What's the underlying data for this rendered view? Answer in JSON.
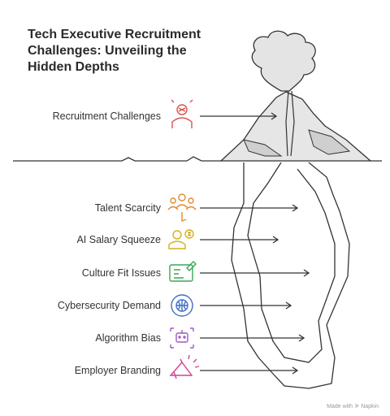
{
  "title": "Tech Executive Recruitment Challenges: Unveiling the Hidden Depths",
  "items": [
    {
      "label": "Recruitment Challenges",
      "icon": "person-alert-icon",
      "color": "#d9534f"
    },
    {
      "label": "Talent Scarcity",
      "icon": "people-group-icon",
      "color": "#e08a2c"
    },
    {
      "label": "AI Salary Squeeze",
      "icon": "person-money-icon",
      "color": "#d6b01e"
    },
    {
      "label": "Culture Fit Issues",
      "icon": "board-pen-icon",
      "color": "#3aa655"
    },
    {
      "label": "Cybersecurity Demand",
      "icon": "shield-globe-icon",
      "color": "#3f6fc2"
    },
    {
      "label": "Algorithm Bias",
      "icon": "robot-icon",
      "color": "#9b59c6"
    },
    {
      "label": "Employer Branding",
      "icon": "megaphone-icon",
      "color": "#d6408f"
    }
  ],
  "footer": "Made with ⚞ Napkin"
}
